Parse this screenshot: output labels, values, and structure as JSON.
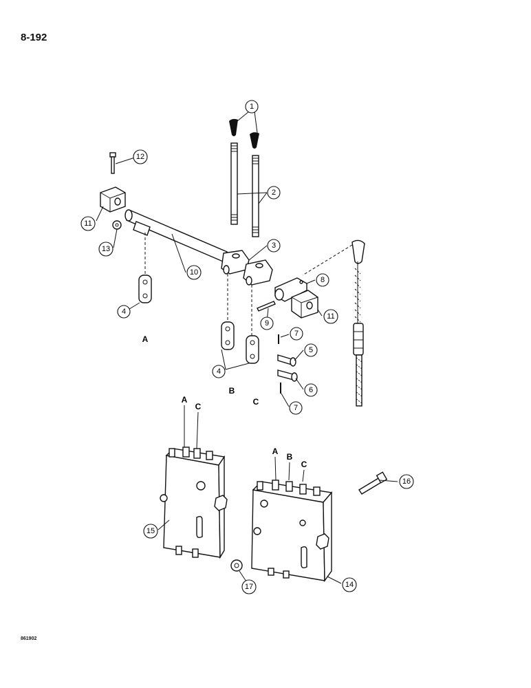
{
  "page": {
    "number": "8-192",
    "figure_code": "861902"
  },
  "callouts": {
    "c1": "1",
    "c2": "2",
    "c3": "3",
    "c4a": "4",
    "c4b": "4",
    "c5": "5",
    "c6": "6",
    "c7a": "7",
    "c7b": "7",
    "c8": "8",
    "c9": "9",
    "c10": "10",
    "c11a": "11",
    "c11b": "11",
    "c12": "12",
    "c13": "13",
    "c14": "14",
    "c15": "15",
    "c16": "16",
    "c17": "17"
  },
  "letters": {
    "a1": "A",
    "b1": "B",
    "c1": "C",
    "a2": "A",
    "c2": "C",
    "a3": "A",
    "b3": "B",
    "c3": "C"
  }
}
